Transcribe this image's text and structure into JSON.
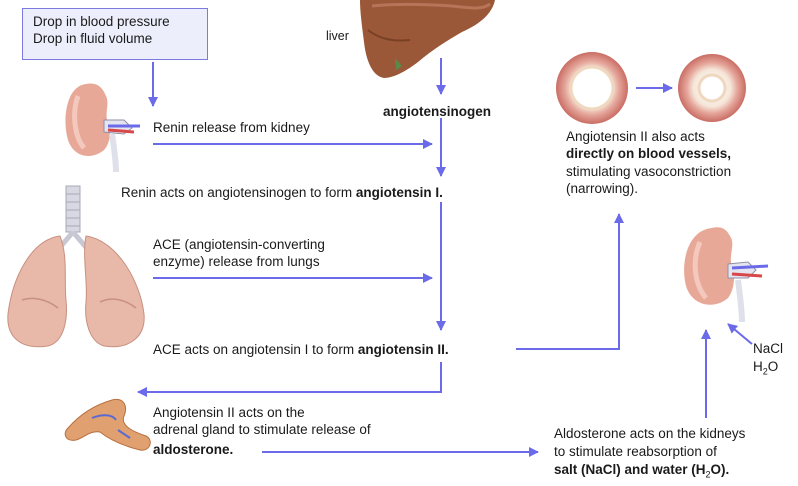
{
  "trigger": {
    "line1": "Drop in blood pressure",
    "line2": "Drop in fluid volume"
  },
  "organs": {
    "liver_label": "liver"
  },
  "steps": {
    "angiotensinogen": "angiotensinogen",
    "renin_release": "Renin release from kidney",
    "renin_acts_prefix": "Renin acts on angiotensinogen to form ",
    "renin_acts_product": "angiotensin I.",
    "ace_release_line1": "ACE (angiotensin-converting",
    "ace_release_line2": "enzyme) release from lungs",
    "ace_acts_prefix": "ACE acts on angiotensin I to form ",
    "ace_acts_product": "angiotensin II.",
    "adrenal_line1": "Angiotensin II acts on the",
    "adrenal_line2": "adrenal gland to stimulate release of",
    "adrenal_product": "aldosterone.",
    "vessel_line1": "Angiotensin II also acts",
    "vessel_line2": "directly on blood vessels,",
    "vessel_line3": "stimulating vasoconstriction",
    "vessel_line4": "(narrowing).",
    "kidney_line1": "Aldosterone acts on the kidneys",
    "kidney_line2": "to stimulate reabsorption of",
    "kidney_line3_a": "salt (NaCl) and water (H",
    "kidney_line3_sub": "2",
    "kidney_line3_b": "O).",
    "nacl": "NaCl",
    "h2o_a": "H",
    "h2o_sub": "2",
    "h2o_b": "O"
  },
  "colors": {
    "arrow": "#6b6bea",
    "box_border": "#7a7ae0",
    "box_fill": "#eceefb",
    "liver": "#9a5838",
    "kidney": "#e8a898",
    "lungs": "#e8b8a8",
    "adrenal": "#e0a070",
    "vessel_wall": "#d9847a"
  }
}
